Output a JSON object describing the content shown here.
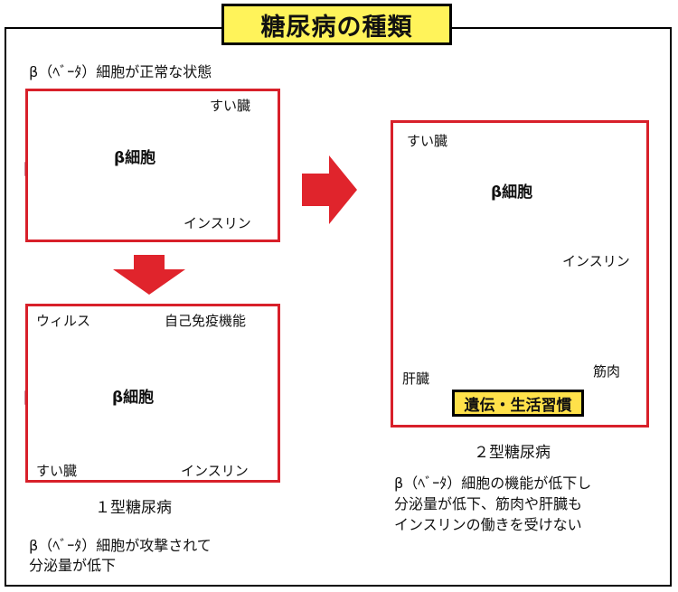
{
  "title": "糖尿病の種類",
  "normal": {
    "heading": "β（ﾍﾞｰﾀ）細胞が正常な状態",
    "pancreas": "すい臓",
    "cell": "β細胞",
    "insulin": "インスリン"
  },
  "type1": {
    "virus": "ウィルス",
    "autoimmune": "自己免疫機能",
    "cell": "β細胞",
    "pancreas": "すい臓",
    "insulin": "インスリン",
    "caption": "１型糖尿病",
    "desc_line1": "β（ﾍﾞｰﾀ）細胞が攻撃されて",
    "desc_line2": "分泌量が低下"
  },
  "type2": {
    "pancreas": "すい臓",
    "cell": "β細胞",
    "insulin": "インスリン",
    "liver": "肝臓",
    "muscle": "筋肉",
    "lifestyle": "遺伝・生活習慣",
    "caption": "２型糖尿病",
    "desc_line1": "β（ﾍﾞｰﾀ）細胞の機能が低下し",
    "desc_line2": "分泌量が低下、筋肉や肝臓も",
    "desc_line3": "インスリンの働きを受けない"
  },
  "colors": {
    "accent_red": "#d8202a",
    "title_yellow": "#fff35a",
    "pancreas_pink": "#f4a3b7",
    "cell_fill": "#fbdcc0",
    "arrow_blue": "#2449a8",
    "insulin_green": "#5fbf3a"
  }
}
